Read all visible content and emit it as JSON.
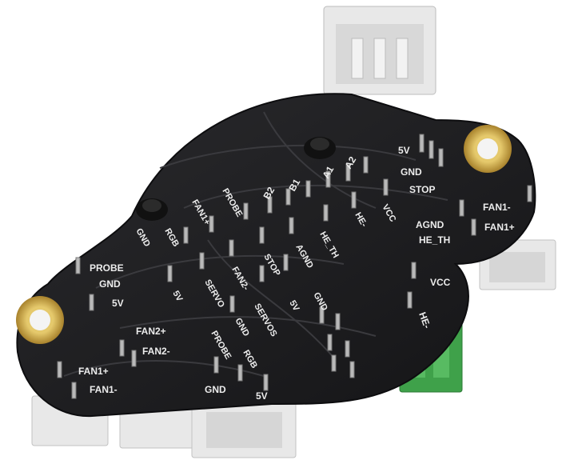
{
  "labels": {
    "l_5v_top": "5V",
    "l_gnd_top": "GND",
    "l_stop_top": "STOP",
    "l_a2": "A2",
    "l_a1": "A1",
    "l_b2": "B2",
    "l_b1": "B1",
    "l_probe_mid": "PROBE",
    "l_fan_mid": "FAN1+",
    "l_vcc_mid": "VCC",
    "l_he_minus_mid": "HE-",
    "l_he_th_mid": "HE_TH",
    "l_agnd_mid": "AGND",
    "l_stop_mid": "STOP",
    "l_fan2_minus_mid": "FAN2-",
    "l_servo_mid": "SERVO",
    "l_5v_mid": "5V",
    "l_gnd_left": "GND",
    "l_rgb_left": "RGB",
    "l_5v_center": "5V",
    "l_gnd_center": "GND",
    "l_servos": "SERVOS",
    "l_gnd_lower": "GND",
    "l_probe_lower": "PROBE",
    "l_rgb_lower": "RGB",
    "l_gnd_bottom": "GND",
    "l_5v_bottom": "5V",
    "l_probe_left": "PROBE",
    "l_gnd_left2": "GND",
    "l_5v_left": "5V",
    "l_fan2_plus": "FAN2+",
    "l_fan2_minus": "FAN2-",
    "l_fan1_plus_left": "FAN1+",
    "l_fan1_minus_left": "FAN1-",
    "l_fan1_minus_right": "FAN1-",
    "l_fan1_plus_right": "FAN1+",
    "l_agnd_right": "AGND",
    "l_he_th_right": "HE_TH",
    "l_vcc_right": "VCC",
    "l_he_minus_right": "HE-"
  },
  "colors": {
    "board": "#1c1c1e",
    "silkscreen": "#ececec",
    "gold_pad": "#c9a94a",
    "connector": "#e6e6e6",
    "terminal_block": "#3fa14a"
  }
}
